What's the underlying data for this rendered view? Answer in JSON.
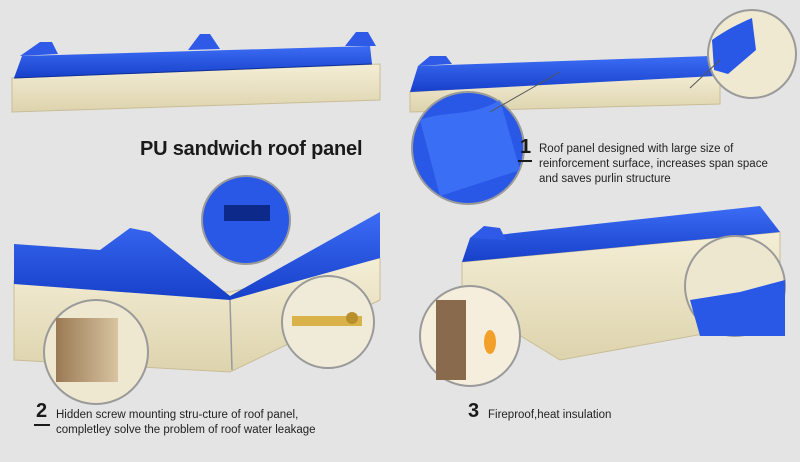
{
  "title": "PU sandwich roof panel",
  "features": [
    {
      "number": "1",
      "lines": [
        "Roof panel designed with large size of",
        "reinforcement  surface, increases span space",
        "and saves  purlin structure"
      ]
    },
    {
      "number": "2",
      "lines": [
        "Hidden screw mounting stru-cture of roof panel,",
        "completley solve the problem of roof water leakage"
      ]
    },
    {
      "number": "3",
      "lines": [
        "Fireproof,heat insulation"
      ]
    }
  ],
  "colors": {
    "panel_blue": "#1f4fe0",
    "foam": "#eee6c8",
    "background": "#e4e4e4"
  }
}
